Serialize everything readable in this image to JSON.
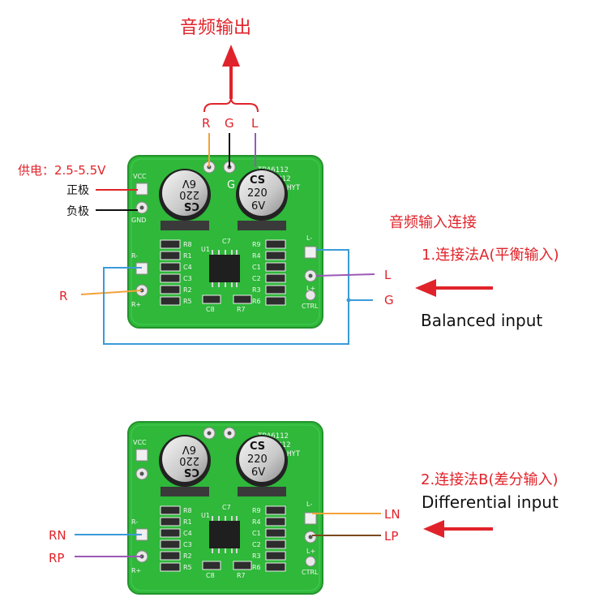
{
  "top": {
    "audio_output": "音频输出",
    "channels": [
      "R",
      "G",
      "L"
    ]
  },
  "power": {
    "label": "供电：2.5-5.5V",
    "positive": "正极",
    "negative": "负极"
  },
  "board_labels": {
    "vcc": "VCC",
    "gnd": "GND",
    "r_minus": "R-",
    "r_plus": "R+",
    "l_minus": "L-",
    "l_plus": "L+",
    "ctrl": "CTRL",
    "chip": "TPA6112",
    "chip2": "NC4812",
    "hyt": "HYT",
    "cap_left": [
      "CS",
      "220",
      "6V"
    ],
    "cap_right": [
      "CS",
      "220",
      "6V"
    ],
    "left_parts": [
      "R8",
      "R1",
      "C4",
      "C3",
      "R2",
      "R5"
    ],
    "right_parts": [
      "R9",
      "R4",
      "C1",
      "C2",
      "R3",
      "R6"
    ],
    "bottom_parts": [
      "C8",
      "R7"
    ],
    "u1": "U1",
    "c7": "C7"
  },
  "input": {
    "heading": "音频输入连接",
    "method_a": "1.连接法A(平衡输入)",
    "method_a_en": "Balanced input",
    "method_b": "2.连接法B(差分输入)",
    "method_b_en": "Differential input",
    "a_labels": {
      "left": "L",
      "ground": "G",
      "right": "R"
    },
    "b_labels": {
      "ln": "LN",
      "lp": "LP",
      "rn": "RN",
      "rp": "RP"
    }
  },
  "colors": {
    "red": "#e0232a",
    "board": "#2fb83a",
    "orange": "#f3a238",
    "purple": "#9b59b6",
    "blue": "#3b9ad9",
    "brown": "#7a4a1c",
    "black": "#111111"
  }
}
